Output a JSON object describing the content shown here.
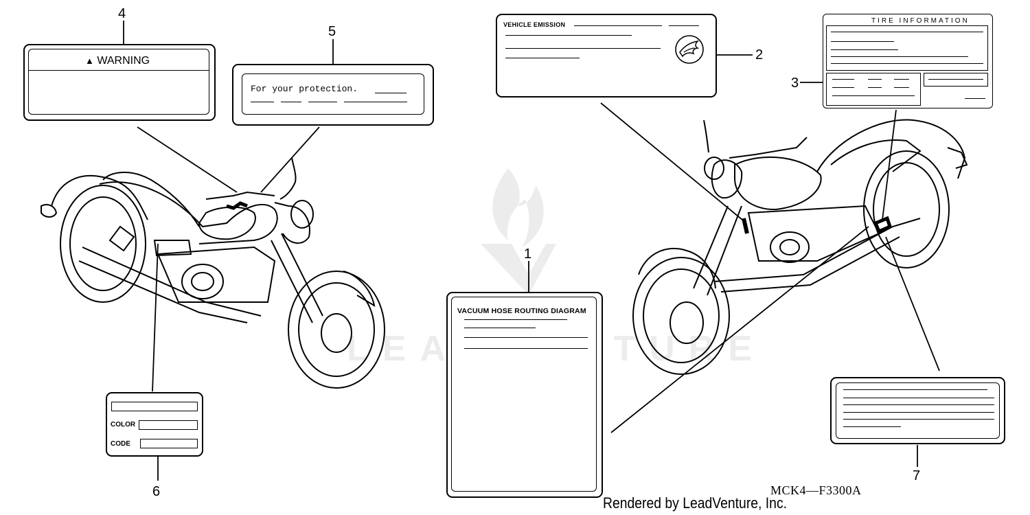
{
  "callouts": {
    "c1": "1",
    "c2": "2",
    "c3": "3",
    "c4": "4",
    "c5": "5",
    "c6": "6",
    "c7": "7"
  },
  "labels": {
    "warning": {
      "title": "WARNING",
      "icon": "warning-triangle-icon"
    },
    "protection": {
      "text": "For your protection."
    },
    "emission": {
      "title": "VEHICLE EMISSION",
      "icon": "honda-wing-logo"
    },
    "tire": {
      "title": "TIRE INFORMATION"
    },
    "color_code": {
      "color": "COLOR",
      "code": "CODE"
    },
    "vacuum": {
      "title": "VACUUM HOSE ROUTING DIAGRAM"
    }
  },
  "figure_code": "MCK4—F3300A",
  "credit": "Rendered by LeadVenture, Inc.",
  "watermark": "LEADVENTURE"
}
